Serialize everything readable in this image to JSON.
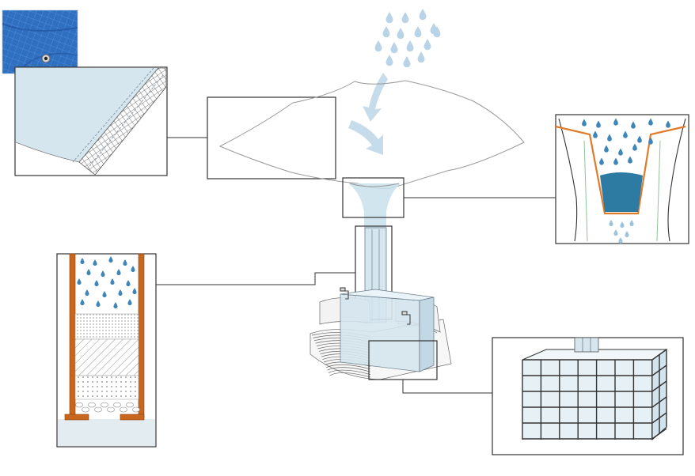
{
  "diagram": {
    "title": "",
    "colors": {
      "tarp_blue": "#2f6fc0",
      "tarp_dark": "#1f4f98",
      "membrane": "#d6e6ef",
      "membrane_light": "#eaf3f8",
      "rain": "#b9d4e6",
      "rain_dark": "#3e86b8",
      "water": "#2d7aa3",
      "filter_frame": "#c8661e",
      "funnel_rim": "#e07b2a",
      "filter_green": "#8fc49a",
      "outline": "#222222",
      "leader": "#333333",
      "grey_sketch": "#8a8a8a",
      "base": "#e2ecf1"
    },
    "callouts": [
      {
        "id": "tarp-edge-detail"
      },
      {
        "id": "empty-label-box"
      },
      {
        "id": "funnel-filter-detail"
      },
      {
        "id": "sand-filter-column-detail"
      },
      {
        "id": "ibc-tank-detail"
      }
    ],
    "icons": [
      "rain-drops-icon",
      "flow-arrow-icon",
      "faucet-icon",
      "grommet-icon"
    ]
  }
}
